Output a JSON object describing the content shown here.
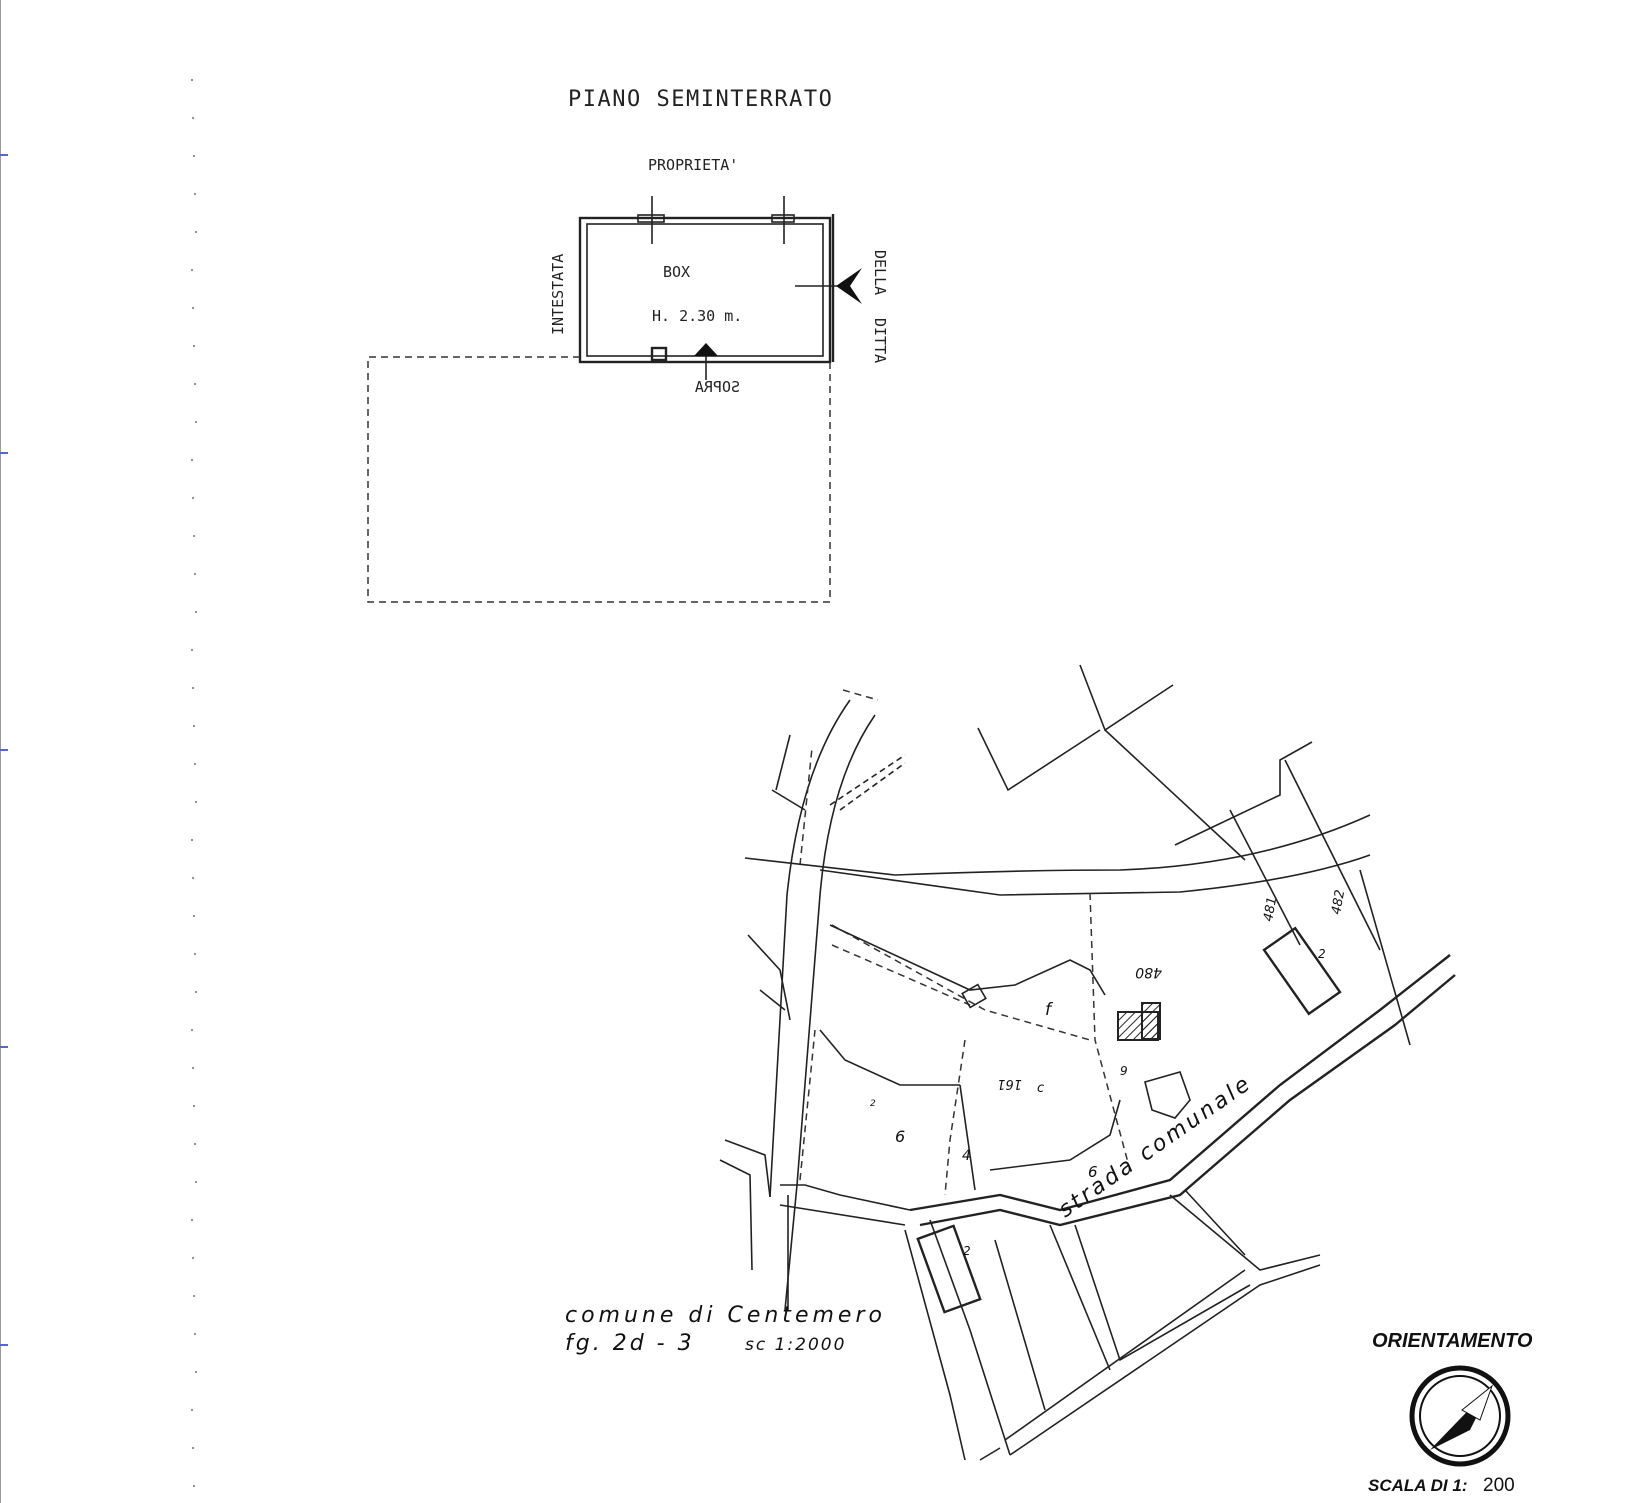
{
  "floor_plan": {
    "title": "PIANO SEMINTERRATO",
    "label_top": "PROPRIETA'",
    "label_left": "INTESTATA",
    "label_right_1": "DELLA",
    "label_right_2": "DITTA",
    "label_bottom": "SOPRA",
    "room_name": "BOX",
    "room_height": "H. 2.30 m."
  },
  "cadastral_map": {
    "caption_line1": "comune di Centemero",
    "caption_line2_a": "fg. 2d - 3",
    "caption_line2_b": "sc 1:2000",
    "road_label": "strada comunale",
    "parcel_numbers": {
      "p480": "480",
      "p481": "481",
      "p482": "482",
      "p161": "161",
      "p4": "4",
      "p6a": "6",
      "p6b": "6",
      "p9": "9",
      "p2a": "2",
      "p2b": "2",
      "p2c": "2",
      "pf": "f",
      "pc": "c"
    }
  },
  "orientation": {
    "title": "ORIENTAMENTO",
    "scale_label": "SCALA DI 1:",
    "scale_value": "200",
    "icon": "compass-north-arrow-icon"
  }
}
